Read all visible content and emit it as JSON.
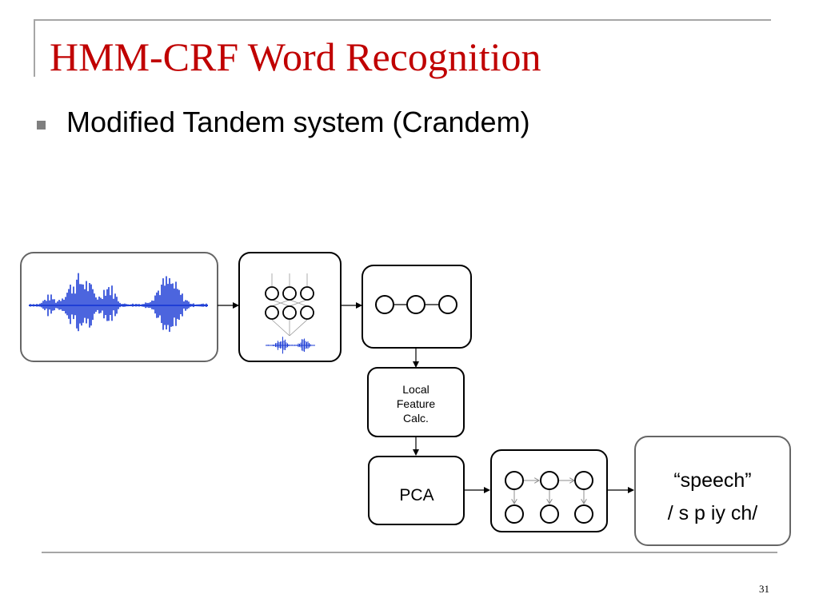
{
  "slide": {
    "title": "HMM-CRF Word Recognition",
    "bullet": "Modified Tandem system (Crandem)",
    "page_number": "31"
  },
  "diagram": {
    "local_feature_label": [
      "Local",
      "Feature",
      "Calc."
    ],
    "pca_label": "PCA",
    "output_word": "“speech”",
    "output_phones": "/ s p iy ch/"
  },
  "colors": {
    "title": "#c00000",
    "waveform": "#1f3fd6",
    "frame_line": "#a6a6a6",
    "bullet": "#7f7f7f"
  }
}
